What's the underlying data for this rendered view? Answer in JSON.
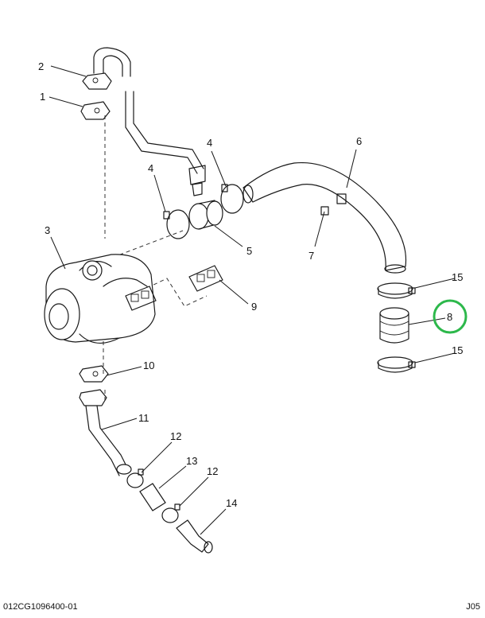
{
  "callouts": {
    "c1": "1",
    "c2": "2",
    "c3": "3",
    "c4a": "4",
    "c4b": "4",
    "c5": "5",
    "c6": "6",
    "c7": "7",
    "c8": "8",
    "c9": "9",
    "c10": "10",
    "c11": "11",
    "c12a": "12",
    "c12b": "12",
    "c13": "13",
    "c14": "14",
    "c15a": "15",
    "c15b": "15"
  },
  "footer": {
    "left": "012CG1096400-01",
    "right": "J05"
  },
  "highlight": {
    "callout": "8",
    "color": "#2db84b"
  }
}
